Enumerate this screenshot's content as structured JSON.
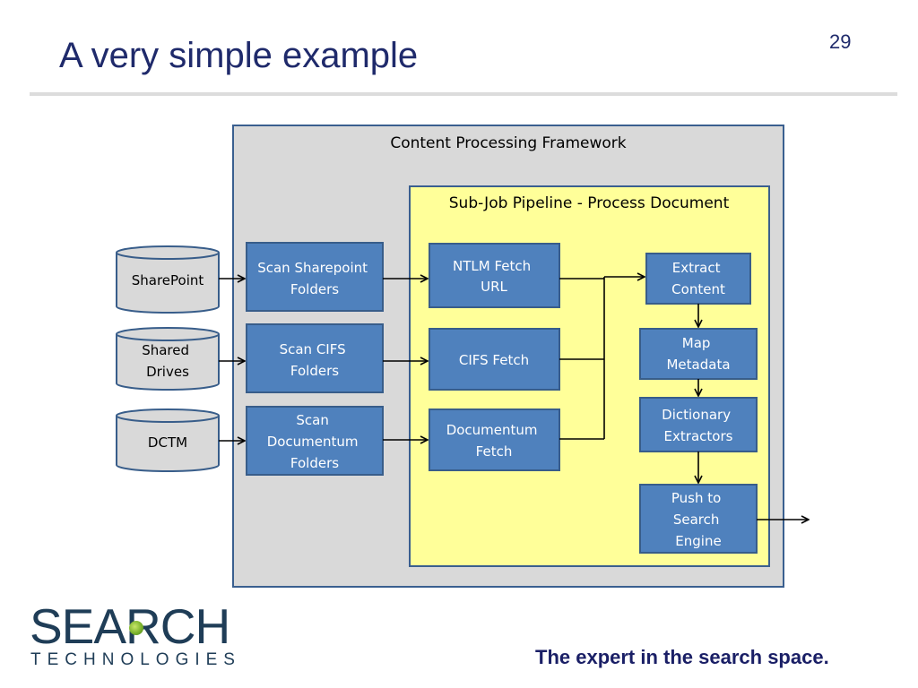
{
  "slide": {
    "title": "A very simple example",
    "page_number": "29",
    "tagline": "The expert in the search space."
  },
  "logo": {
    "word": "SEARCH",
    "sub": "TECHNOLOGIES"
  },
  "colors": {
    "title": "#1f2a6b",
    "framework_fill": "#d9d9d9",
    "framework_border": "#3a5f8f",
    "pipeline_fill": "#ffff99",
    "process_fill": "#4f81bd",
    "process_border": "#385d8a",
    "cylinder_fill": "#d9d9d9",
    "logo": "#1f3d57",
    "logo_dot": "#7cb32c"
  },
  "diagram": {
    "framework_label": "Content Processing Framework",
    "pipeline_label": "Sub-Job Pipeline - Process Document",
    "sources": {
      "sharepoint": [
        "SharePoint"
      ],
      "shared_drives": [
        "Shared",
        "Drives"
      ],
      "dctm": [
        "DCTM"
      ]
    },
    "scanners": {
      "sharepoint": [
        "Scan Sharepoint",
        "Folders"
      ],
      "cifs": [
        "Scan CIFS",
        "Folders"
      ],
      "documentum": [
        "Scan",
        "Documentum",
        "Folders"
      ]
    },
    "fetchers": {
      "ntlm": [
        "NTLM Fetch",
        "URL"
      ],
      "cifs": [
        "CIFS Fetch"
      ],
      "documentum": [
        "Documentum",
        "Fetch"
      ]
    },
    "stages": {
      "extract": [
        "Extract",
        "Content"
      ],
      "map": [
        "Map",
        "Metadata"
      ],
      "dictionary": [
        "Dictionary",
        "Extractors"
      ],
      "push": [
        "Push to",
        "Search",
        "Engine"
      ]
    }
  }
}
